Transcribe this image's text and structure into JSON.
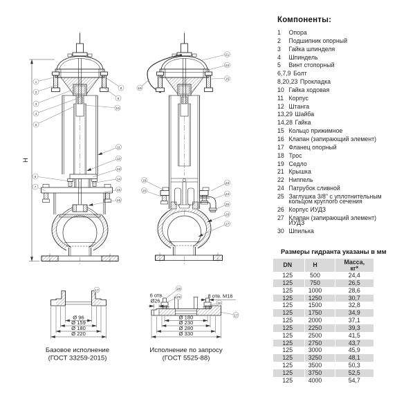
{
  "drawing": {
    "h_dim_label": "H",
    "hydrant_base": {
      "callouts": [
        "1",
        "2",
        "3",
        "4",
        "5",
        "6",
        "7",
        "8",
        "9",
        "10",
        "11",
        "12",
        "13",
        "14",
        "15",
        "16"
      ]
    },
    "hydrant_iudz": {
      "callouts": [
        "18",
        "19",
        "20",
        "21",
        "22",
        "15",
        "23",
        "24",
        "25",
        "26",
        "27"
      ]
    },
    "flange_base": {
      "callout": "17",
      "dims": [
        "Ø 96",
        "Ø 159",
        "Ø 180",
        "Ø 220"
      ],
      "caption_line1": "Базовое исполнение",
      "caption_line2": "(ГОСТ 33259-2015)"
    },
    "flange_custom": {
      "callouts": [
        "28",
        "29",
        "30",
        "17"
      ],
      "dims": [
        "Ø 180",
        "Ø 230",
        "Ø 280",
        "Ø 330"
      ],
      "note_holes_count": "6 отв.",
      "note_holes_dia": "Ø26",
      "note_threaded": "8 отв. М16",
      "caption_line1": "Исполнение по запросу",
      "caption_line2": "(ГОСТ 5525-88)"
    }
  },
  "components": {
    "title": "Компоненты:",
    "items": [
      {
        "num": "1",
        "name": "Опора"
      },
      {
        "num": "2",
        "name": "Подшипник опорный"
      },
      {
        "num": "3",
        "name": "Гайка шпинделя"
      },
      {
        "num": "4",
        "name": "Шпиндель"
      },
      {
        "num": "5",
        "name": "Винт стопорный"
      },
      {
        "num": "6,7,9",
        "name": "Болт"
      },
      {
        "num": "8,20,23",
        "name": "Прокладка"
      },
      {
        "num": "10",
        "name": "Гайка ходовая"
      },
      {
        "num": "11",
        "name": "Корпус"
      },
      {
        "num": "12",
        "name": "Штанга"
      },
      {
        "num": "13,29",
        "name": "Шайба"
      },
      {
        "num": "14,28",
        "name": "Гайка"
      },
      {
        "num": "15",
        "name": "Кольцо прижимное"
      },
      {
        "num": "16",
        "name": "Клапан (запирающий элемент)"
      },
      {
        "num": "17",
        "name": "Фланец опорный"
      },
      {
        "num": "18",
        "name": "Трос"
      },
      {
        "num": "19",
        "name": "Седло"
      },
      {
        "num": "21",
        "name": "Крышка"
      },
      {
        "num": "22",
        "name": "Ниппель"
      },
      {
        "num": "24",
        "name": "Патрубок сливной"
      },
      {
        "num": "25",
        "name": "Заглушка 3/8\" с уплотнительным кольцом круглого сечения"
      },
      {
        "num": "26",
        "name": "Корпус ИУДЗ"
      },
      {
        "num": "27",
        "name": "Клапан (запирающий элемент) ИУДЗ"
      },
      {
        "num": "30",
        "name": "Шпилька"
      }
    ]
  },
  "sizes": {
    "title": "Размеры гидранта указаны в мм",
    "col_dn": "DN",
    "col_h": "H",
    "col_mass_line1": "Масса,",
    "col_mass_line2": "кг*",
    "rows": [
      [
        "125",
        "500",
        "24,4"
      ],
      [
        "125",
        "750",
        "26,5"
      ],
      [
        "125",
        "1000",
        "28,6"
      ],
      [
        "125",
        "1250",
        "30,7"
      ],
      [
        "125",
        "1500",
        "32,8"
      ],
      [
        "125",
        "1750",
        "34,9"
      ],
      [
        "125",
        "2000",
        "37,1"
      ],
      [
        "125",
        "2250",
        "39,3"
      ],
      [
        "125",
        "2500",
        "41,5"
      ],
      [
        "125",
        "2750",
        "43,7"
      ],
      [
        "125",
        "3000",
        "45,9"
      ],
      [
        "125",
        "3250",
        "48,1"
      ],
      [
        "125",
        "3500",
        "50,3"
      ],
      [
        "125",
        "3750",
        "52,5"
      ],
      [
        "125",
        "4000",
        "54,7"
      ]
    ]
  }
}
